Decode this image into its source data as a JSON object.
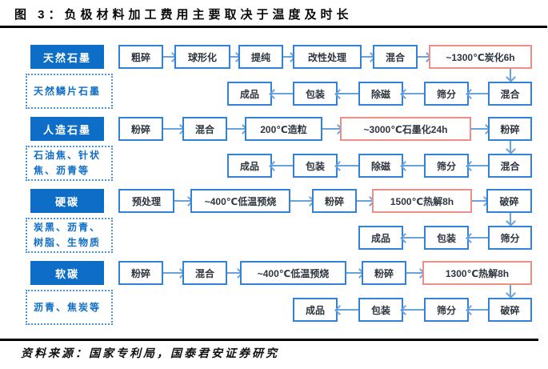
{
  "title": "图 3：负极材料加工费用主要取决于温度及时长",
  "source": "资料来源：国家专利局，国泰君安证券研究",
  "colors": {
    "category_bg": "#0d6dc7",
    "box_border": "#3282d8",
    "hot_step_border": "#ef8e86",
    "arrow": "#6aa2dd",
    "materials_text": "#0d6dc7"
  },
  "rows": [
    {
      "label": "天然石墨",
      "materials": [
        "天然鳞片石墨"
      ],
      "top": [
        "粗碎",
        "球形化",
        "提纯",
        "改性处理",
        "混合",
        "~1300℃炭化6h"
      ],
      "bottom": [
        "成品",
        "包装",
        "除磁",
        "筛分",
        "混合"
      ]
    },
    {
      "label": "人造石墨",
      "materials": [
        "石油焦、针状",
        "焦、沥青等"
      ],
      "top": [
        "粉碎",
        "混合",
        "200℃造粒",
        "~3000℃石墨化24h",
        "粉碎"
      ],
      "bottom": [
        "成品",
        "包装",
        "除磁",
        "筛分",
        "混合"
      ]
    },
    {
      "label": "硬碳",
      "materials": [
        "炭黑、沥青、",
        "树脂、生物质"
      ],
      "top": [
        "预处理",
        "~400℃低温预烧",
        "粉碎",
        "1500℃热解8h",
        "破碎"
      ],
      "bottom": [
        "成品",
        "包装",
        "筛分"
      ]
    },
    {
      "label": "软碳",
      "materials": [
        "沥青、焦炭等"
      ],
      "top": [
        "粉碎",
        "混合",
        "~400℃低温预烧",
        "粉碎",
        "1300℃热解8h"
      ],
      "bottom": [
        "成品",
        "包装",
        "筛分",
        "破碎"
      ]
    }
  ]
}
